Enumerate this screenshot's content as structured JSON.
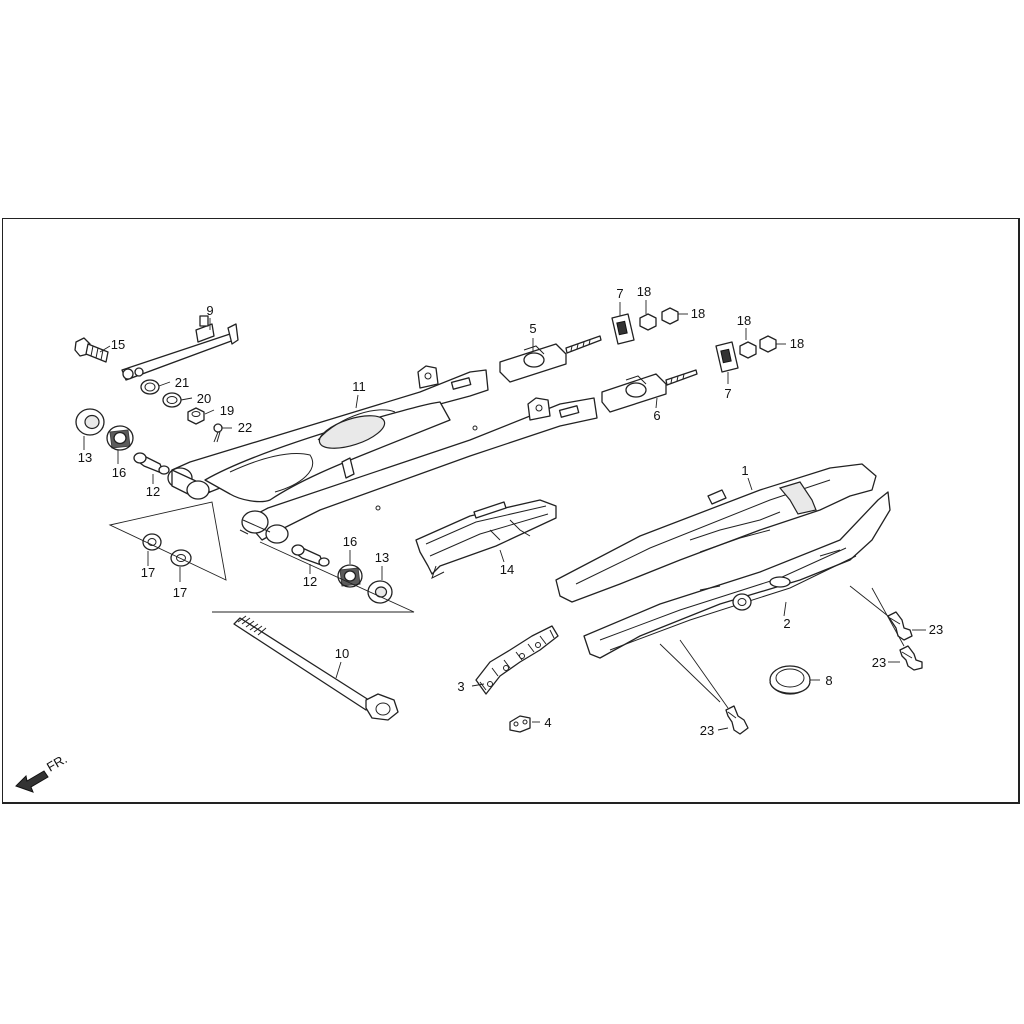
{
  "front_indicator": {
    "label": "FR."
  },
  "callouts": [
    {
      "id": "c1",
      "text": "1"
    },
    {
      "id": "c2",
      "text": "2"
    },
    {
      "id": "c3",
      "text": "3"
    },
    {
      "id": "c4",
      "text": "4"
    },
    {
      "id": "c5",
      "text": "5"
    },
    {
      "id": "c6",
      "text": "6"
    },
    {
      "id": "c7a",
      "text": "7"
    },
    {
      "id": "c7b",
      "text": "7"
    },
    {
      "id": "c8",
      "text": "8"
    },
    {
      "id": "c9",
      "text": "9"
    },
    {
      "id": "c10",
      "text": "10"
    },
    {
      "id": "c11",
      "text": "11"
    },
    {
      "id": "c12a",
      "text": "12"
    },
    {
      "id": "c12b",
      "text": "12"
    },
    {
      "id": "c13a",
      "text": "13"
    },
    {
      "id": "c13b",
      "text": "13"
    },
    {
      "id": "c14",
      "text": "14"
    },
    {
      "id": "c15",
      "text": "15"
    },
    {
      "id": "c16a",
      "text": "16"
    },
    {
      "id": "c16b",
      "text": "16"
    },
    {
      "id": "c17a",
      "text": "17"
    },
    {
      "id": "c17b",
      "text": "17"
    },
    {
      "id": "c18a",
      "text": "18"
    },
    {
      "id": "c18b",
      "text": "18"
    },
    {
      "id": "c18c",
      "text": "18"
    },
    {
      "id": "c18d",
      "text": "18"
    },
    {
      "id": "c19",
      "text": "19"
    },
    {
      "id": "c20",
      "text": "20"
    },
    {
      "id": "c21",
      "text": "21"
    },
    {
      "id": "c22",
      "text": "22"
    },
    {
      "id": "c23a",
      "text": "23"
    },
    {
      "id": "c23b",
      "text": "23"
    },
    {
      "id": "c23c",
      "text": "23"
    }
  ]
}
